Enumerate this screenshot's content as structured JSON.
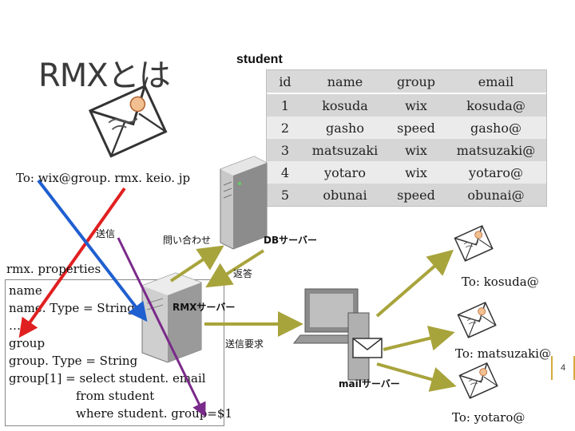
{
  "title": "RMXとは",
  "table": {
    "caption": "student",
    "headers": [
      "id",
      "name",
      "group",
      "email"
    ],
    "rows": [
      [
        "1",
        "kosuda",
        "wix",
        "kosuda@"
      ],
      [
        "2",
        "gasho",
        "speed",
        "gasho@"
      ],
      [
        "3",
        "matsuzaki",
        "wix",
        "matsuzaki@"
      ],
      [
        "4",
        "yotaro",
        "wix",
        "yotaro@"
      ],
      [
        "5",
        "obunai",
        "speed",
        "obunai@"
      ]
    ]
  },
  "labels": {
    "to_group": "To: wix@group. rmx. keio. jp",
    "send": "送信",
    "inquiry": "問い合わせ",
    "db_server": "DBサーバー",
    "reply": "返答",
    "rmx_server": "RMXサーバー",
    "send_request": "送信要求",
    "mail_server": "mailサーバー",
    "to_kosuda": "To: kosuda@",
    "to_matsuzaki": "To: matsuzaki@",
    "to_yotaro": "To: yotaro@"
  },
  "properties": {
    "filename": "rmx. properties",
    "lines": [
      "name",
      "name. Type = String",
      "…",
      "group",
      "group. Type = String",
      "group[1] = select student. email",
      "from student",
      "where student. group=$1"
    ]
  },
  "page_number": "4",
  "colors": {
    "arrow": "#a8a43c",
    "red": "#e02020",
    "blue": "#1f5fd0",
    "purple": "#7a2a8a",
    "accent": "#d4aa3a"
  },
  "icons": [
    "envelope-icon",
    "server-icon",
    "desktop-computer-icon"
  ]
}
